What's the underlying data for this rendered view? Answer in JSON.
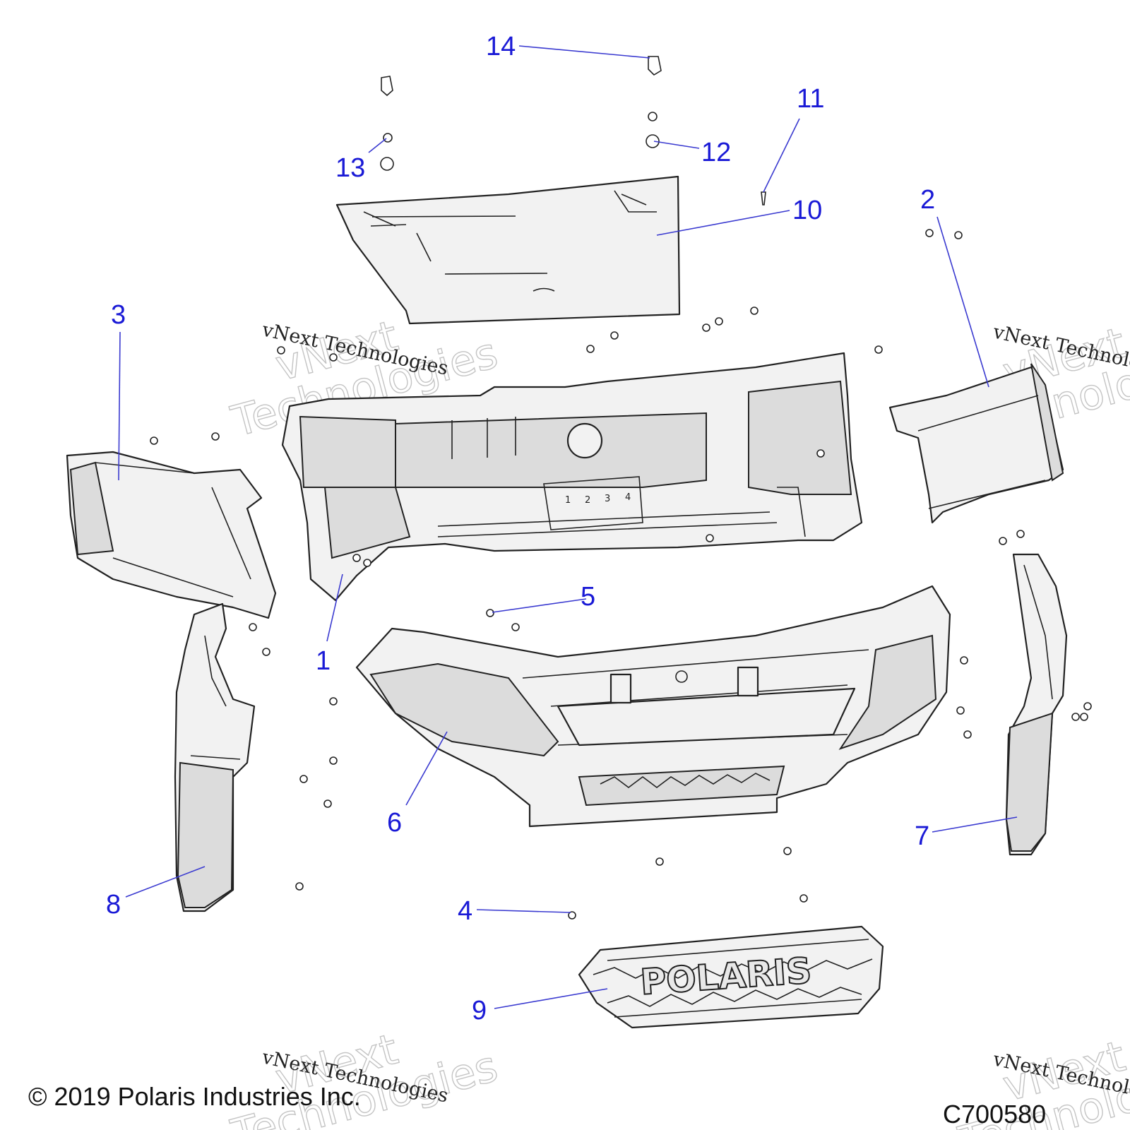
{
  "diagram": {
    "callouts": [
      {
        "id": "1",
        "label": "1"
      },
      {
        "id": "2",
        "label": "2"
      },
      {
        "id": "3",
        "label": "3"
      },
      {
        "id": "4",
        "label": "4"
      },
      {
        "id": "5",
        "label": "5"
      },
      {
        "id": "6",
        "label": "6"
      },
      {
        "id": "7",
        "label": "7"
      },
      {
        "id": "8",
        "label": "8"
      },
      {
        "id": "9",
        "label": "9"
      },
      {
        "id": "10",
        "label": "10"
      },
      {
        "id": "11",
        "label": "11"
      },
      {
        "id": "12",
        "label": "12"
      },
      {
        "id": "13",
        "label": "13"
      },
      {
        "id": "14",
        "label": "14"
      }
    ],
    "plate_numbers": [
      "1",
      "2",
      "3",
      "4"
    ],
    "grille_logo": "POLARIS",
    "watermarks": {
      "large_line1": "vNext",
      "large_line2": "Technologies",
      "small": "vNext Technologies"
    },
    "copyright": "© 2019 Polaris Industries Inc.",
    "figure_code": "C700580"
  },
  "colors": {
    "callout": "#1a1ad6",
    "leader": "#3a3ad0",
    "outline": "#222222",
    "panel_fill": "#f2f2f2",
    "panel_shade": "#dcdcdc"
  }
}
